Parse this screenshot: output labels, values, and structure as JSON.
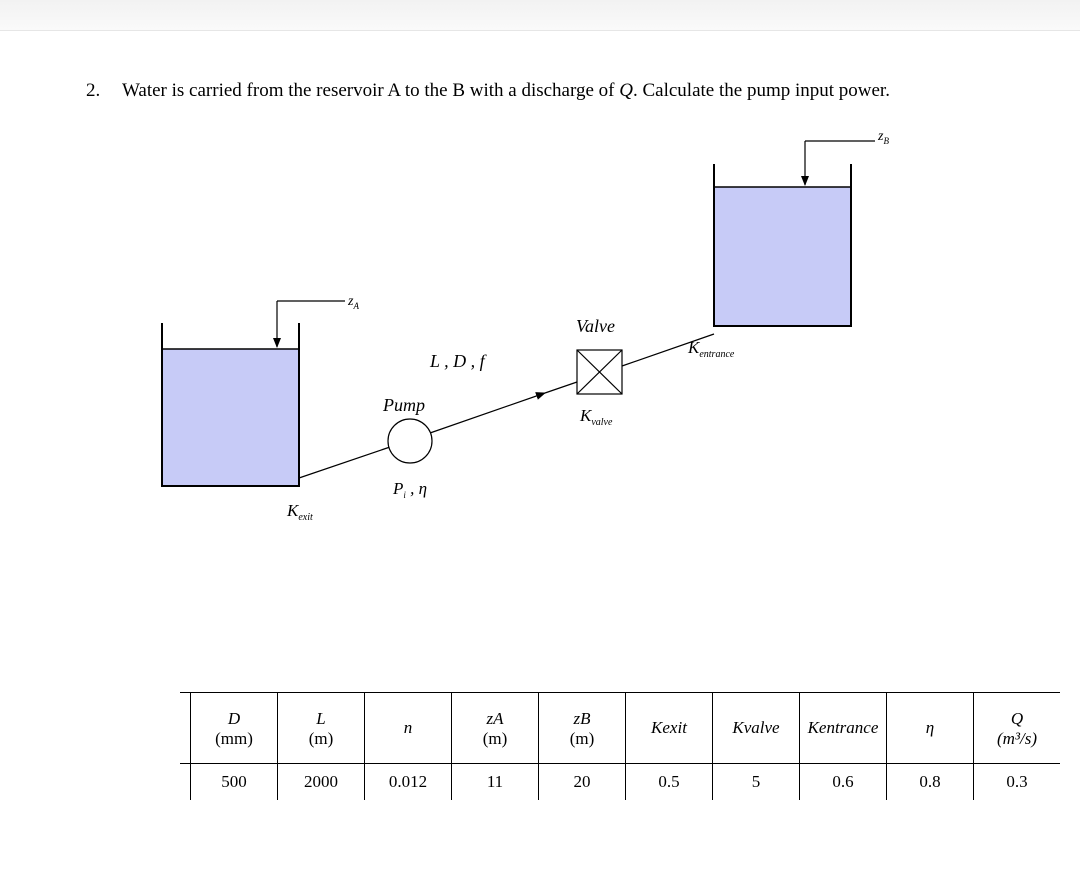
{
  "problem": {
    "number": "2.",
    "text_before": "Water is carried from the reservoir A to the B with a discharge of ",
    "text_q": "Q",
    "text_after": ". Calculate the pump input power."
  },
  "diagram": {
    "z_a": "z",
    "z_a_sub": "A",
    "z_b": "z",
    "z_b_sub": "B",
    "pipe_label": "L , D , f",
    "pump_label": "Pump",
    "pump_params": "P",
    "pump_params_sub": "i",
    "pump_params_eta": " , η",
    "valve_label": "Valve",
    "k_valve": "K",
    "k_valve_sub": "valve",
    "k_exit": "K",
    "k_exit_sub": "exit",
    "k_entrance": "K",
    "k_entrance_sub": "entrance",
    "colors": {
      "water": "#c7cbf7",
      "line": "#000000"
    }
  },
  "table": {
    "headers": [
      {
        "top": "D",
        "bottom": "(mm)"
      },
      {
        "top": "L",
        "bottom": "(m)"
      },
      {
        "top": "n",
        "bottom": ""
      },
      {
        "top": "zA",
        "bottom": "(m)"
      },
      {
        "top": "zB",
        "bottom": "(m)"
      },
      {
        "top": "Kexit",
        "bottom": ""
      },
      {
        "top": "Kvalve",
        "bottom": ""
      },
      {
        "top": "Kentrance",
        "bottom": ""
      },
      {
        "top": "η",
        "bottom": ""
      },
      {
        "top": "Q",
        "bottom": "(m³/s)"
      }
    ],
    "values": [
      "500",
      "2000",
      "0.012",
      "11",
      "20",
      "0.5",
      "5",
      "0.6",
      "0.8",
      "0.3"
    ]
  }
}
